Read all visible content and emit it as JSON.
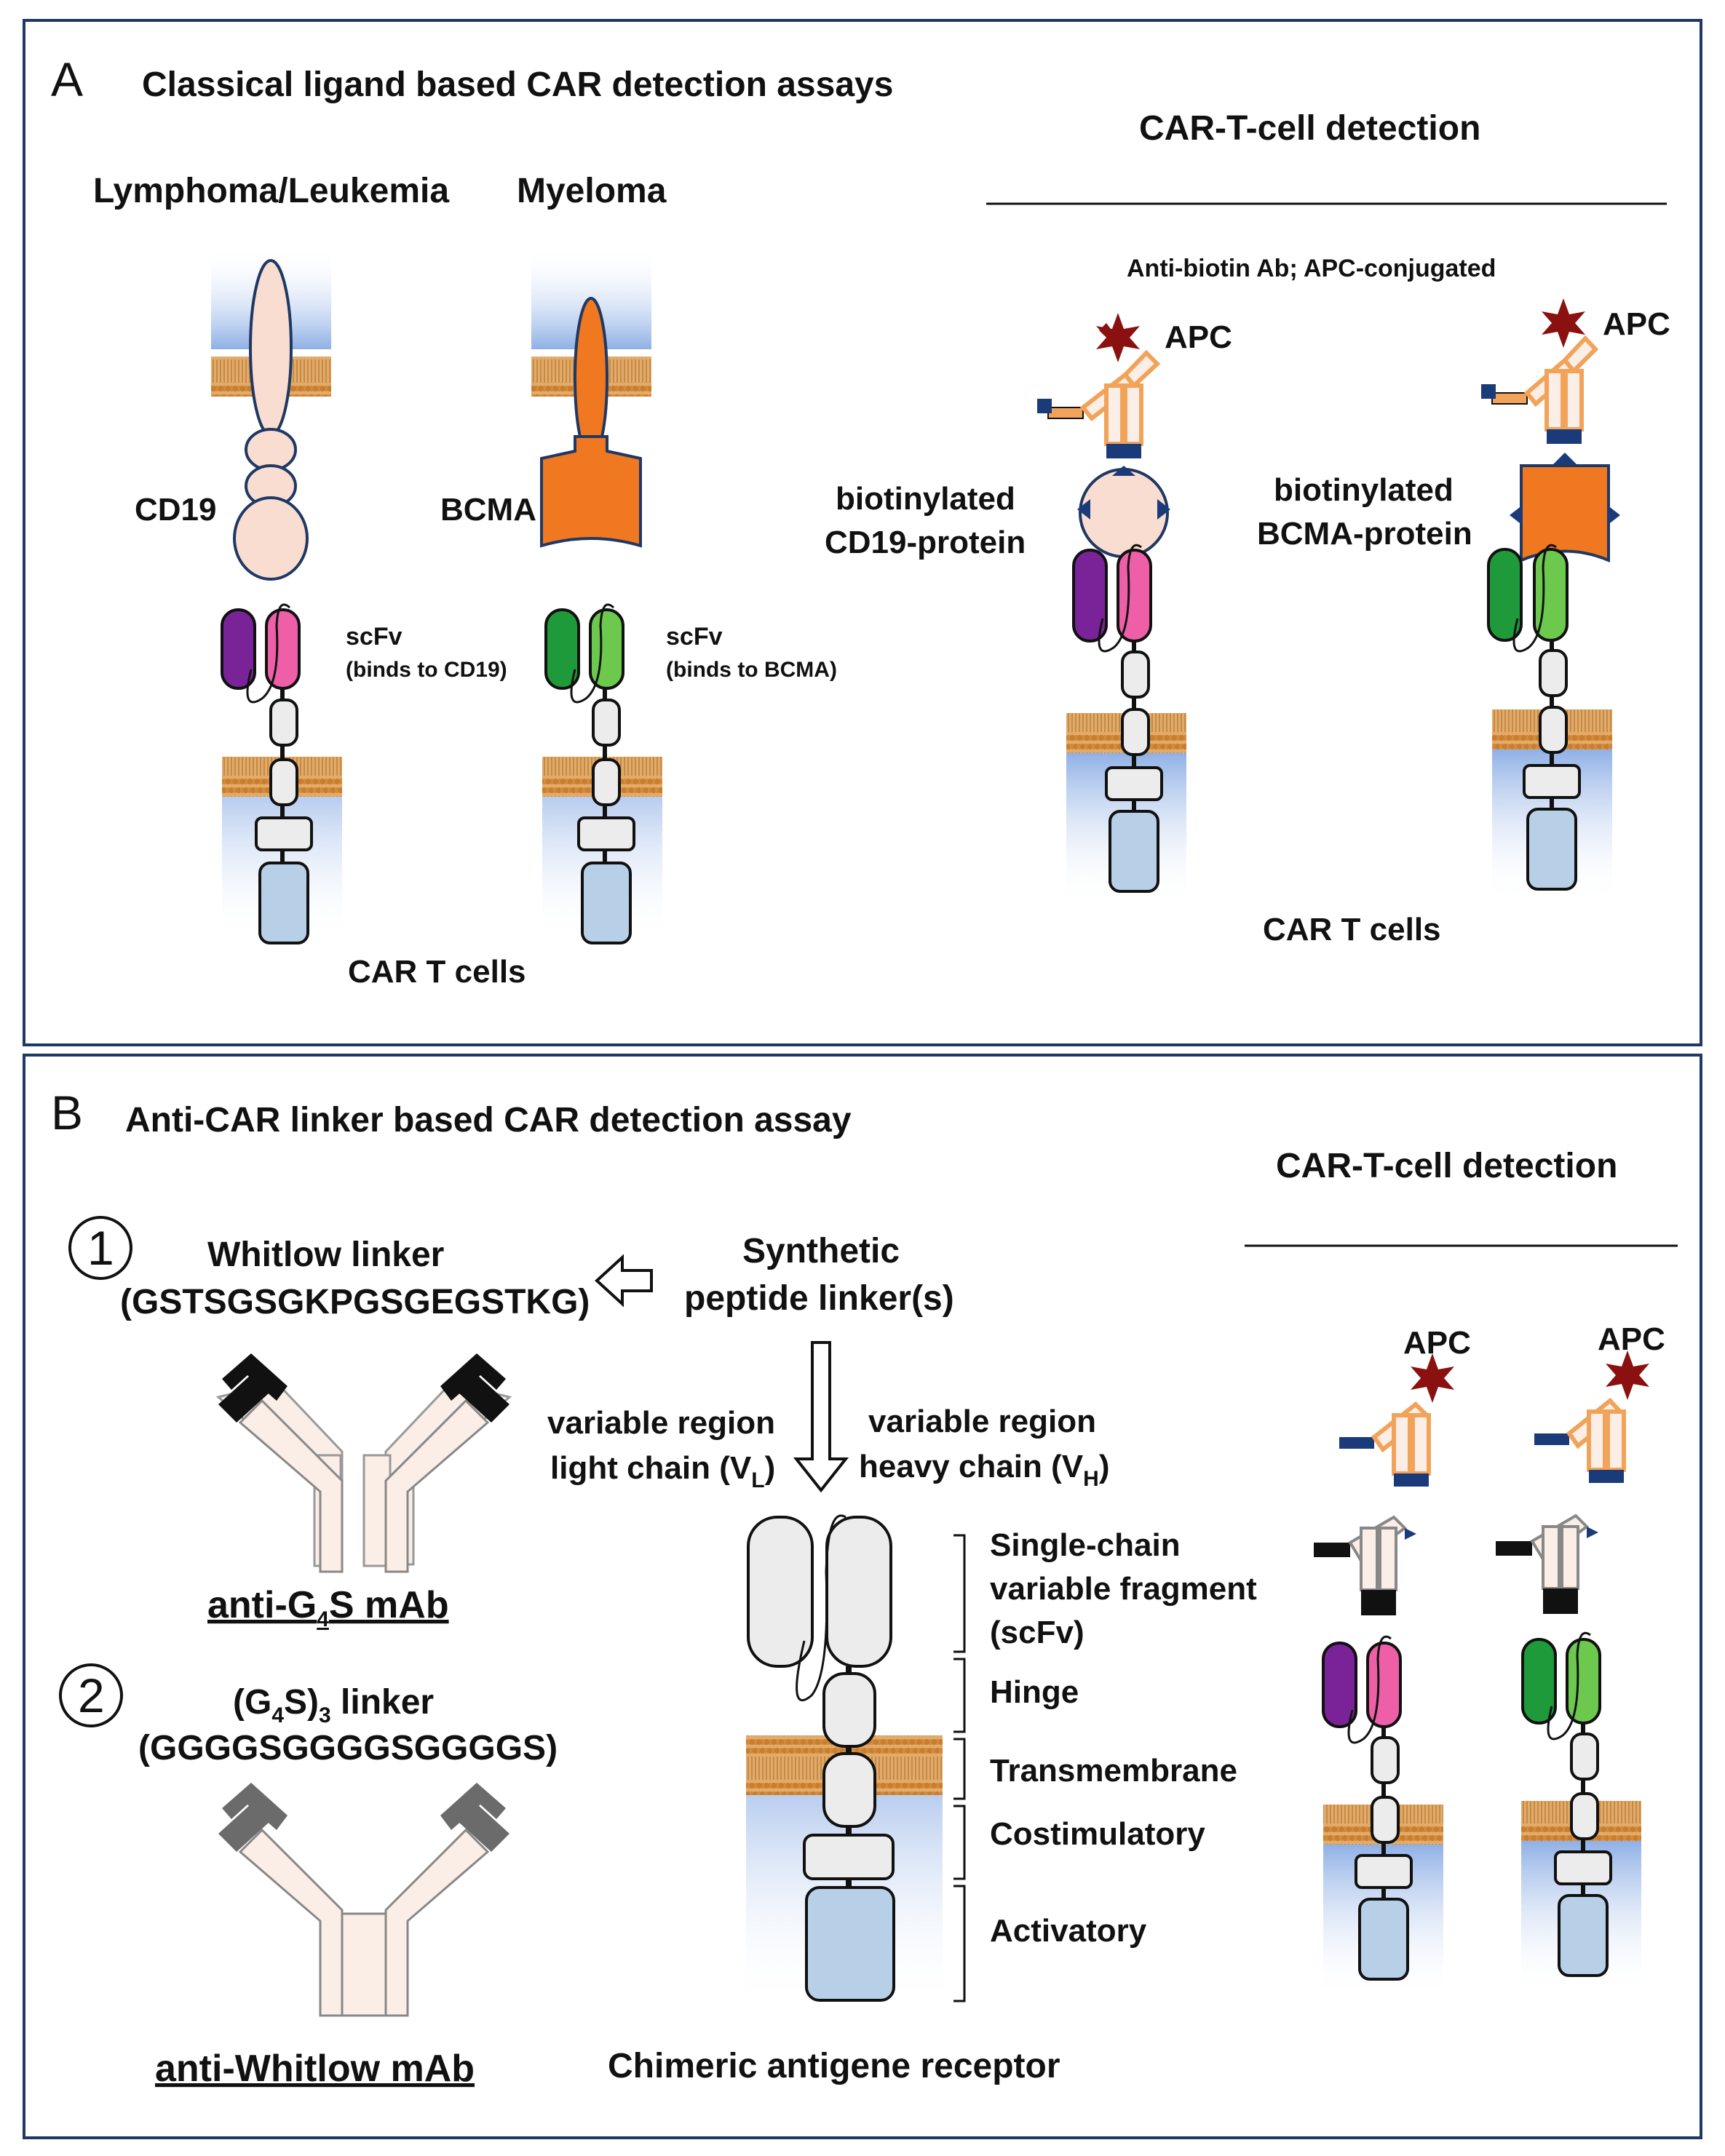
{
  "panel_a": {
    "letter": "A",
    "title": "Classical ligand based CAR detection assays",
    "lymphoma_label": "Lymphoma/Leukemia",
    "myeloma_label": "Myeloma",
    "cd19_label": "CD19",
    "bcma_label": "BCMA",
    "scfv_label": "scFv",
    "scfv_cd19_note": "(binds to CD19)",
    "scfv_bcma_note": "(binds to BCMA)",
    "car_t_cells_label": "CAR T cells",
    "detection_title": "CAR-T-cell detection",
    "anti_biotin_label": "Anti-biotin Ab; APC-conjugated",
    "apc_label": "APC",
    "biotinylated_label": "biotinylated",
    "cd19_protein_label": "CD19-protein",
    "bcma_protein_label": "BCMA-protein",
    "car_t_cells_right_label": "CAR T cells"
  },
  "panel_b": {
    "letter": "B",
    "title": "Anti-CAR linker based CAR detection assay",
    "circle_1": "1",
    "circle_2": "2",
    "whitlow_linker_label": "Whitlow linker",
    "whitlow_sequence": "(GSTSGSGKPGSGEGSTKG)",
    "anti_g4s_prefix": "anti-G",
    "anti_g4s_sub": "4",
    "anti_g4s_suffix": "S mAb",
    "g4s_prefix": "(G",
    "g4s_sub": "4",
    "g4s_mid": "S)",
    "g4s_sub2": "3",
    "g4s_suffix": " linker",
    "g4s_sequence": "(GGGGSGGGGSGGGGS)",
    "anti_whitlow_label": "anti-Whitlow mAb",
    "synthetic_label": "Synthetic",
    "peptide_linker_label": "peptide linker(s)",
    "vl_line1": "variable region",
    "vl_line2_prefix": "light chain (V",
    "vl_sub": "L",
    "vl_suffix": ")",
    "vh_line1": "variable region",
    "vh_line2_prefix": "heavy chain (V",
    "vh_sub": "H",
    "vh_suffix": ")",
    "scfv_line1": "Single-chain",
    "scfv_line2": "variable fragment",
    "scfv_line3": "(scFv)",
    "hinge_label": "Hinge",
    "transmembrane_label": "Transmembrane",
    "costimulatory_label": "Costimulatory",
    "activatory_label": "Activatory",
    "car_label": "Chimeric antigene receptor",
    "detection_title": "CAR-T-cell detection",
    "apc_label": "APC"
  },
  "colors": {
    "border": "#1f3864",
    "membrane": "#d9a05b",
    "membrane_dark": "#b07030",
    "cytoplasm": "#9fbbe8",
    "domain_fill": "#ececec",
    "activatory_fill": "#b8cfe8",
    "cd19_fill": "#f9ddd0",
    "bcma_fill": "#f07820",
    "vl_purple": "#7a2398",
    "vh_pink": "#ee5fa8",
    "vl_green_dark": "#1f9a3a",
    "vh_green_light": "#6cc94e",
    "antibody_fill": "#fbeee6",
    "antibody_tip_black": "#111111",
    "antibody_tip_grey": "#6b6b6b",
    "apc_star": "#8b1010",
    "anti_biotin_orange": "#f2a35a",
    "anti_biotin_tip": "#1b3a7a"
  }
}
